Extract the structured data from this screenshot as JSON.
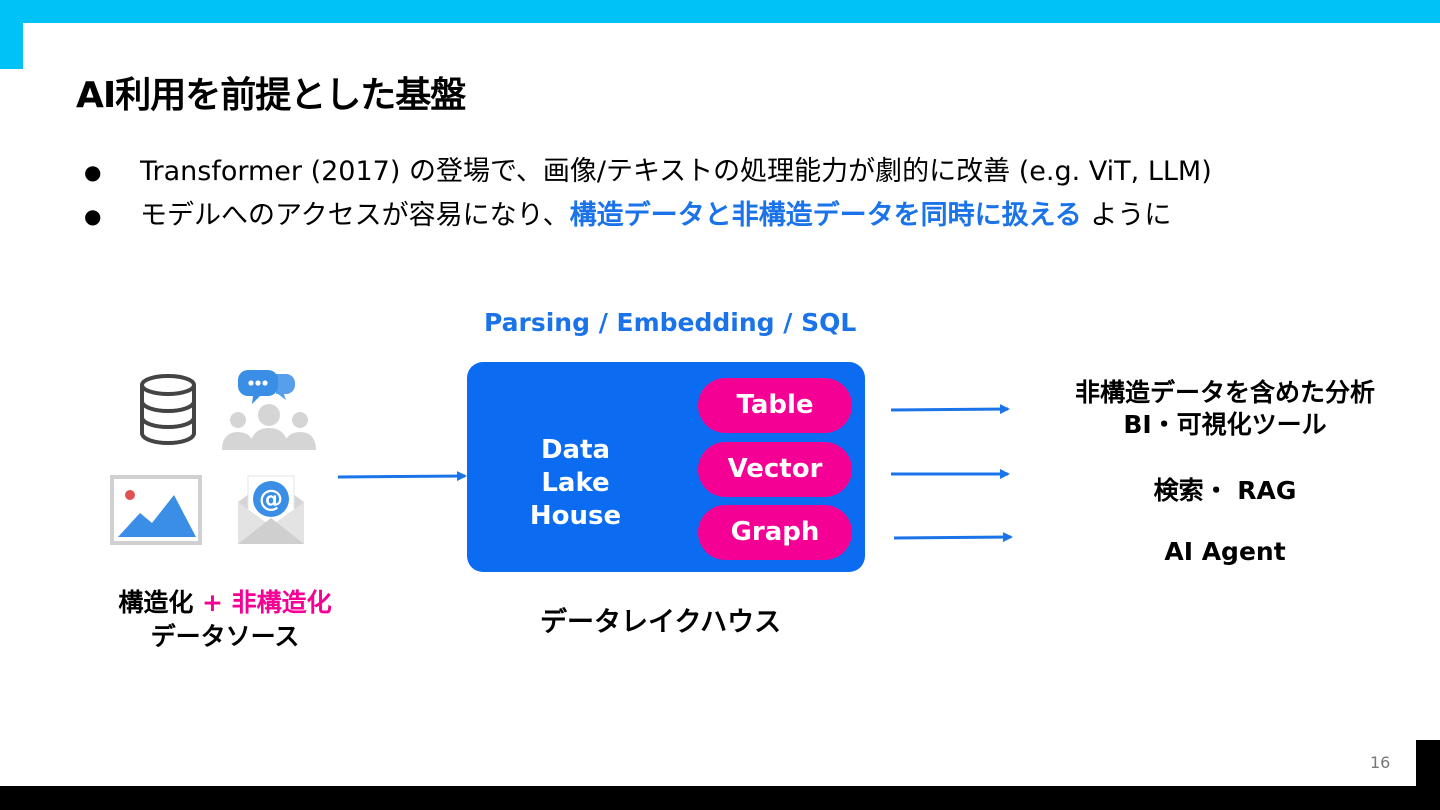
{
  "slide": {
    "title": "AI利用を前提とした基盤",
    "page_number": "16"
  },
  "bullets": [
    {
      "text": "Transformer (2017) の登場で、画像/テキストの処理能力が劇的に改善 (e.g. ViT, LLM)"
    },
    {
      "prefix": "モデルへのアクセスが容易になり、",
      "highlight": "構造データと非構造データを同時に扱える",
      "suffix": " ように"
    }
  ],
  "bullet_marker": "●",
  "diagram": {
    "process_label": "Parsing / Embedding / SQL",
    "lakehouse": {
      "title_line1": "Data",
      "title_line2": "Lake House",
      "pills": [
        "Table",
        "Vector",
        "Graph"
      ]
    },
    "source_caption": {
      "structured": "構造化",
      "unstructured": " + 非構造化",
      "line2": "データソース"
    },
    "lakehouse_caption": "データレイクハウス",
    "outputs": [
      {
        "line1": "非構造データを含めた分析",
        "line2": "BI・可視化ツール"
      },
      {
        "line1": "検索・ RAG"
      },
      {
        "line1": "AI Agent"
      }
    ],
    "source_icons": [
      "database-icon",
      "community-chat-icon",
      "image-icon",
      "email-icon"
    ]
  },
  "colors": {
    "accent_cyan": "#00c2f7",
    "highlight_blue": "#1a73e8",
    "lakehouse_blue": "#0b6cf2",
    "pill_pink": "#f50094"
  }
}
